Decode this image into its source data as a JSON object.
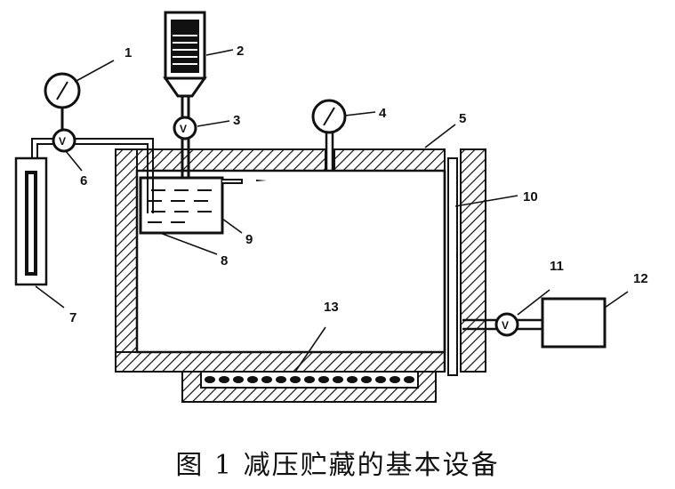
{
  "figure": {
    "caption": "图 1  减压贮藏的基本设备",
    "labels": {
      "n1": "1",
      "n2": "2",
      "n3": "3",
      "n4": "4",
      "n5": "5",
      "n6": "6",
      "n7": "7",
      "n8": "8",
      "n9": "9",
      "n10": "10",
      "n11": "11",
      "n12": "12",
      "n13": "13"
    },
    "valve_symbol": "V",
    "colors": {
      "ink": "#111111",
      "paper": "#ffffff"
    }
  }
}
